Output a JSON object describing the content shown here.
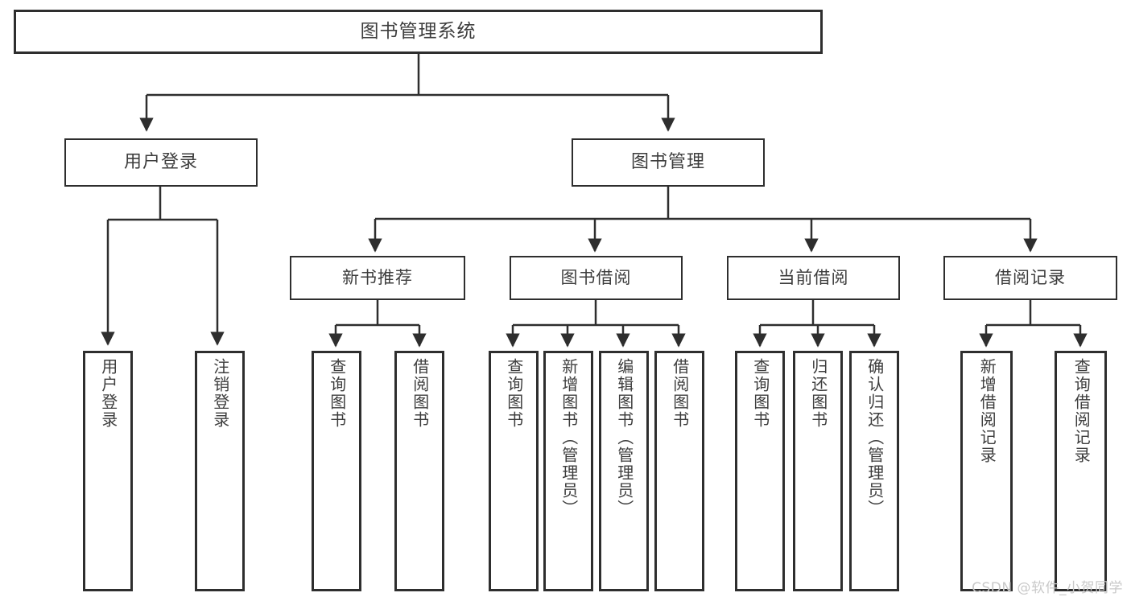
{
  "diagram": {
    "type": "tree-hierarchy-chart",
    "title": "图书管理系统",
    "watermark": "CSDN @软件_小贺同学",
    "colors": {
      "box_border": "#2e2e2e",
      "box_fill": "#ffffff",
      "text": "#3d3d3d",
      "edge": "#2e2e2e",
      "watermark": "#c9c9c9",
      "background": "#ffffff"
    },
    "nodes": {
      "root": {
        "label": "图书管理系统"
      },
      "level2": [
        {
          "id": "user-login",
          "label": "用户登录"
        },
        {
          "id": "book-management",
          "label": "图书管理"
        }
      ],
      "level3": [
        {
          "id": "new-book-recommend",
          "label": "新书推荐"
        },
        {
          "id": "book-borrow",
          "label": "图书借阅"
        },
        {
          "id": "current-borrow",
          "label": "当前借阅"
        },
        {
          "id": "borrow-record",
          "label": "借阅记录"
        }
      ],
      "leaves": {
        "user-login": [
          {
            "id": "leaf-user-login",
            "label": "用户登录"
          },
          {
            "id": "leaf-logout-login",
            "label": "注销登录"
          }
        ],
        "new-book-recommend": [
          {
            "id": "leaf-query-book-1",
            "label": "查询图书"
          },
          {
            "id": "leaf-borrow-book-1",
            "label": "借阅图书"
          }
        ],
        "book-borrow": [
          {
            "id": "leaf-query-book-2",
            "label": "查询图书"
          },
          {
            "id": "leaf-add-book-admin",
            "label": "新增图书（管理员）"
          },
          {
            "id": "leaf-edit-book-admin",
            "label": "编辑图书（管理员）"
          },
          {
            "id": "leaf-borrow-book-2",
            "label": "借阅图书"
          }
        ],
        "current-borrow": [
          {
            "id": "leaf-query-book-3",
            "label": "查询图书"
          },
          {
            "id": "leaf-return-book",
            "label": "归还图书"
          },
          {
            "id": "leaf-confirm-return-admin",
            "label": "确认归还（管理员）"
          }
        ],
        "borrow-record": [
          {
            "id": "leaf-add-borrow-record",
            "label": "新增借阅记录"
          },
          {
            "id": "leaf-query-borrow-record",
            "label": "查询借阅记录"
          }
        ]
      }
    }
  }
}
